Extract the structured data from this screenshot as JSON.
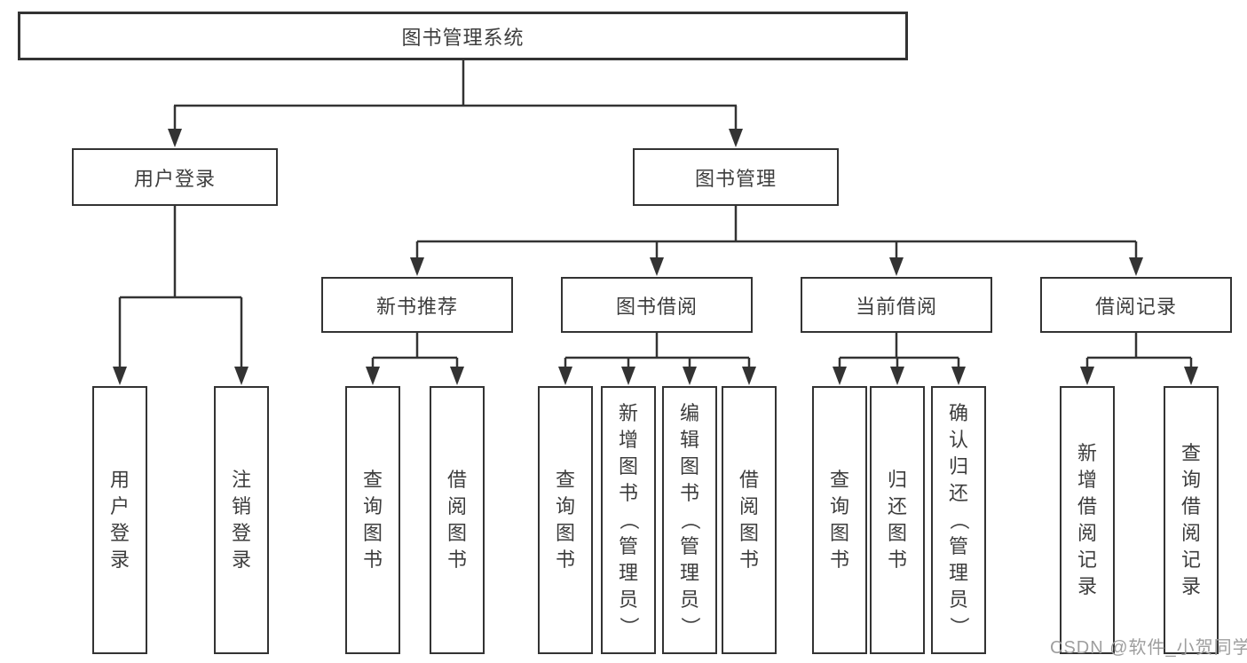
{
  "colors": {
    "line": "#333333",
    "text": "#3d3d3d",
    "watermark": "#9e9e9e",
    "background": "#ffffff"
  },
  "tree": {
    "root": {
      "label": "图书管理系统"
    },
    "branches": [
      {
        "label": "用户登录",
        "children": [
          {
            "label": "用户登录"
          },
          {
            "label": "注销登录"
          }
        ]
      },
      {
        "label": "图书管理",
        "children": [
          {
            "label": "新书推荐",
            "children": [
              {
                "label": "查询图书"
              },
              {
                "label": "借阅图书"
              }
            ]
          },
          {
            "label": "图书借阅",
            "children": [
              {
                "label": "查询图书"
              },
              {
                "label": "新增图书（管理员）"
              },
              {
                "label": "编辑图书（管理员）"
              },
              {
                "label": "借阅图书"
              }
            ]
          },
          {
            "label": "当前借阅",
            "children": [
              {
                "label": "查询图书"
              },
              {
                "label": "归还图书"
              },
              {
                "label": "确认归还（管理员）"
              }
            ]
          },
          {
            "label": "借阅记录",
            "children": [
              {
                "label": "新增借阅记录"
              },
              {
                "label": "查询借阅记录"
              }
            ]
          }
        ]
      }
    ]
  },
  "watermark": {
    "text": "CSDN @软件_小贺同学"
  }
}
